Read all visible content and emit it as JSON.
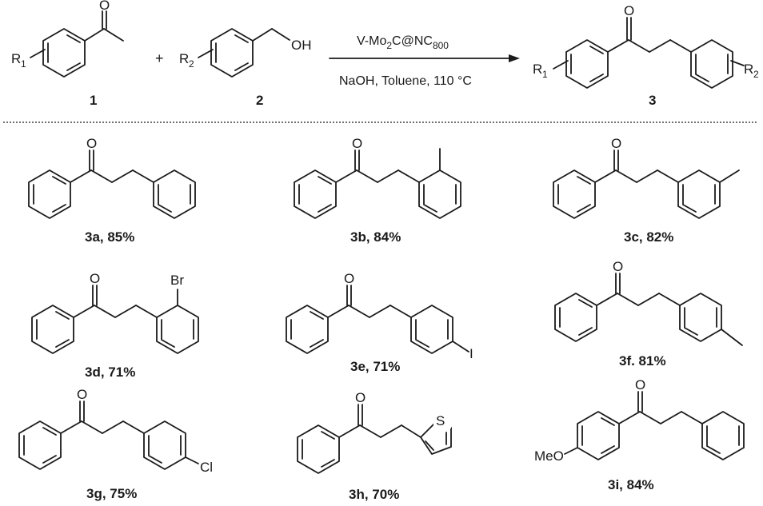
{
  "scheme": {
    "reactant1": {
      "label": "1",
      "substituent": "R",
      "substituent_sub": "1",
      "carbonyl": "O"
    },
    "reactant2": {
      "label": "2",
      "substituent": "R",
      "substituent_sub": "2",
      "hydroxyl": "OH"
    },
    "plus": "+",
    "conditions": {
      "catalyst_parts": [
        "V-Mo",
        "2",
        "C@NC",
        "800"
      ],
      "line2": "NaOH, Toluene, 110 °C"
    },
    "product": {
      "label": "3",
      "r1": "R",
      "r1_sub": "1",
      "r2": "R",
      "r2_sub": "2",
      "carbonyl": "O"
    }
  },
  "examples": [
    {
      "id": "3a",
      "caption": "3a, 85%",
      "substituent": ""
    },
    {
      "id": "3b",
      "caption": "3b, 84%",
      "substituent": ""
    },
    {
      "id": "3c",
      "caption": "3c, 82%",
      "substituent": ""
    },
    {
      "id": "3d",
      "caption": "3d, 71%",
      "substituent": "Br"
    },
    {
      "id": "3e",
      "caption": "3e, 71%",
      "substituent": "I"
    },
    {
      "id": "3f",
      "caption": "3f. 81%",
      "substituent": ""
    },
    {
      "id": "3g",
      "caption": "3g, 75%",
      "substituent": "Cl"
    },
    {
      "id": "3h",
      "caption": "3h, 70%",
      "substituent": "S"
    },
    {
      "id": "3i",
      "caption": "3i, 84%",
      "substituent": "MeO"
    }
  ],
  "atom_labels": {
    "oxygen": "O"
  }
}
